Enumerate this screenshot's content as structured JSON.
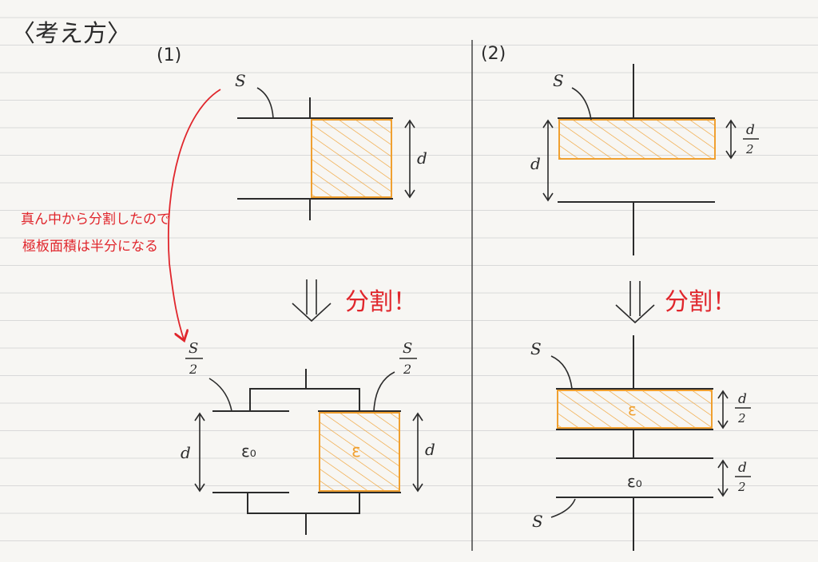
{
  "heading": "〈考え方〉",
  "colors": {
    "ink": "#2b2b2b",
    "red": "#e0262c",
    "orange": "#f0a030",
    "rule": "#d9d9d9"
  },
  "panel1": {
    "label": "(1)",
    "top": {
      "area_label": "S",
      "gap_label": "d"
    },
    "note_line1": "真ん中から分割したので",
    "note_line2": "極板面積は半分になる",
    "split_label": "分割！",
    "bottom": {
      "left_area_num": "S",
      "left_area_den": "2",
      "right_area_num": "S",
      "right_area_den": "2",
      "left_gap": "d",
      "right_gap": "d",
      "vacuum_label": "ε₀",
      "dielectric_label": "ε"
    }
  },
  "panel2": {
    "label": "(2)",
    "top": {
      "area_label": "S",
      "gap_label": "d",
      "half_num": "d",
      "half_den": "2"
    },
    "split_label": "分割！",
    "bottom": {
      "upper_area": "S",
      "lower_area": "S",
      "dielectric_label": "ε",
      "vacuum_label": "ε₀",
      "upper_half_num": "d",
      "upper_half_den": "2",
      "lower_half_num": "d",
      "lower_half_den": "2"
    }
  }
}
